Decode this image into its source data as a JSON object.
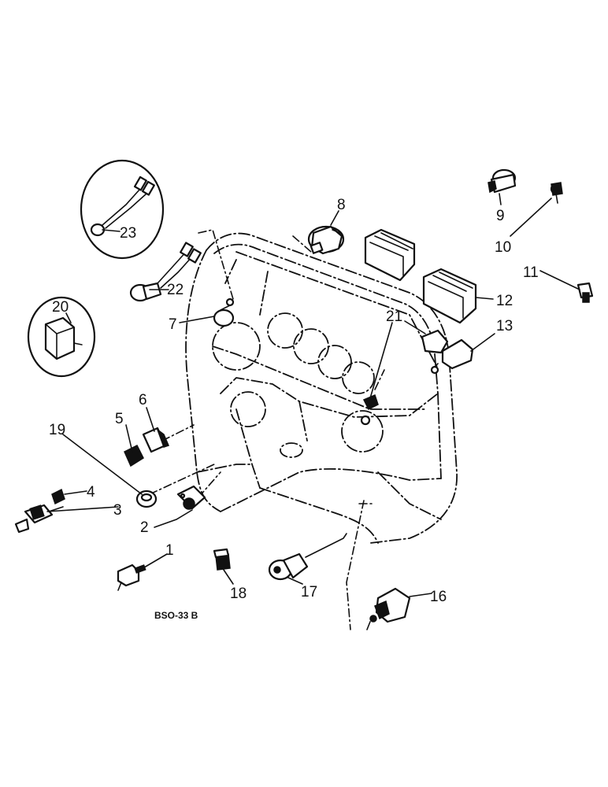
{
  "figure": {
    "code": "BSO-33 B",
    "callouts": {
      "p1": "1",
      "p2": "2",
      "p3": "3",
      "p4": "4",
      "p5": "5",
      "p6": "6",
      "p7": "7",
      "p8": "8",
      "p9": "9",
      "p10": "10",
      "p11": "11",
      "p12": "12",
      "p13": "13",
      "p16": "16",
      "p17": "17",
      "p18": "18",
      "p19": "19",
      "p20": "20",
      "p21": "21",
      "p22": "22",
      "p23": "23"
    }
  }
}
